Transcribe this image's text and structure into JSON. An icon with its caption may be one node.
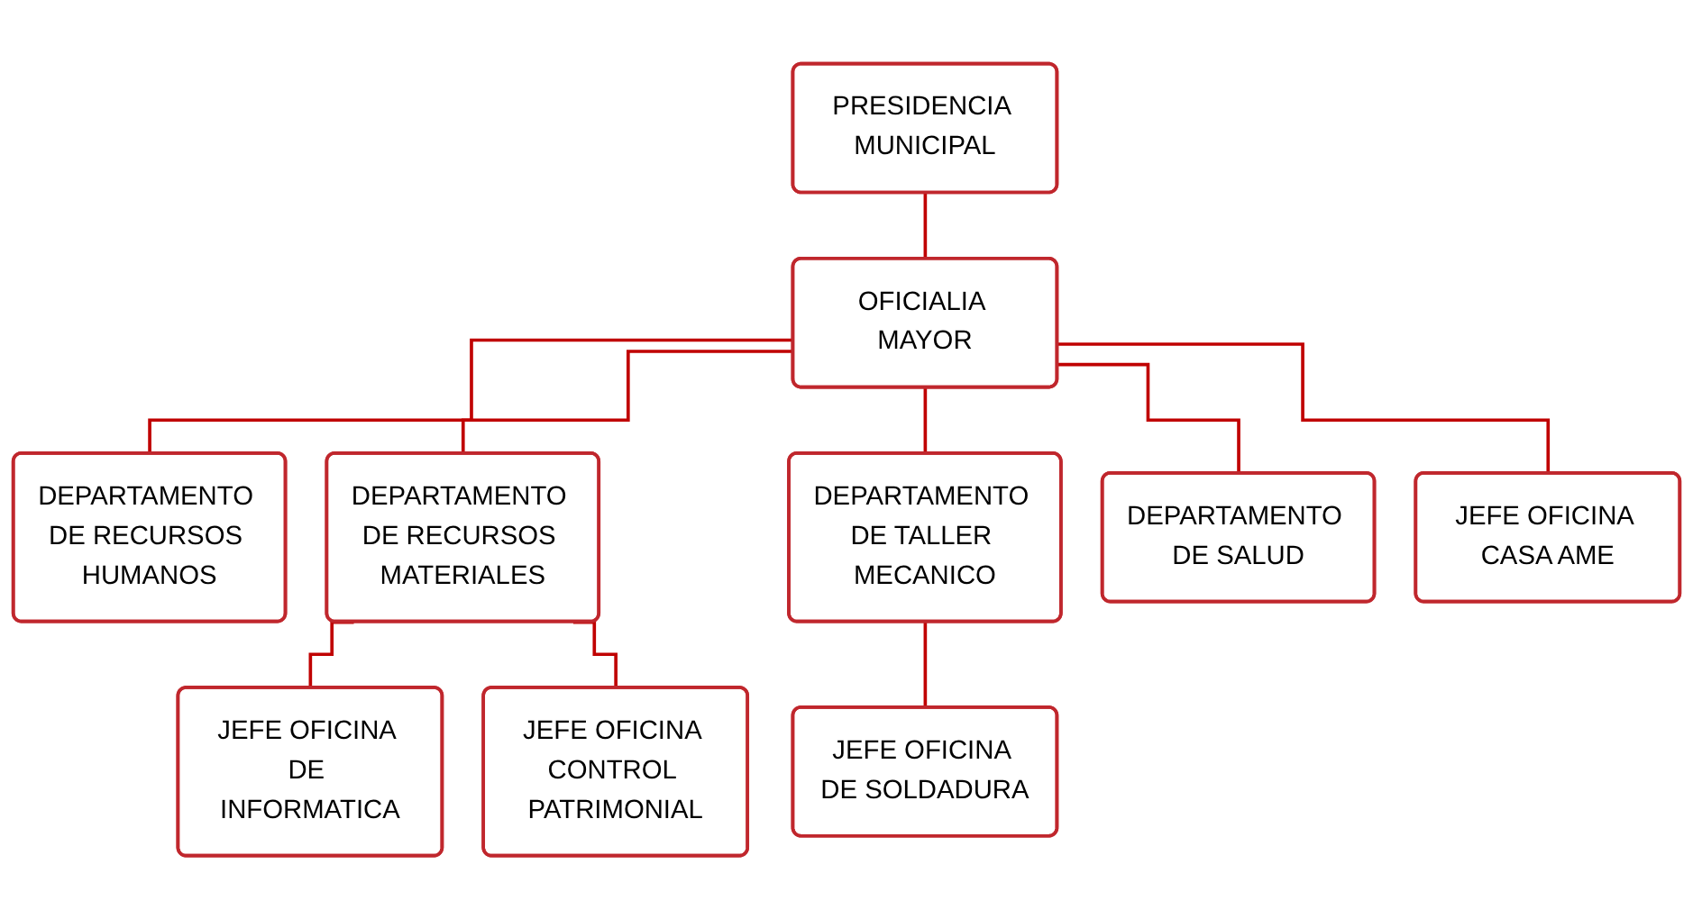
{
  "diagram": {
    "nodes": [
      {
        "text": [
          "PRESIDENCIA MUNICIPAL"
        ]
      },
      {
        "text": [
          "OFICIALIA MAYOR"
        ]
      },
      {
        "text": [
          "DEPARTAMENTO DE RECURSOS HUMANOS"
        ]
      },
      {
        "text": [
          "DEPARTAMENTO DE RECURSOS MATERIALES"
        ]
      },
      {
        "text": [
          "DEPARTAMENTO DE TALLER MECANICO"
        ]
      },
      {
        "text": [
          "DEPARTAMENTO DE SALUD"
        ]
      },
      {
        "text": [
          "JEFE OFICINA CASA AME"
        ]
      },
      {
        "text": [
          "JEFE OFICINA DE INFORMATICA"
        ]
      },
      {
        "text": [
          "JEFE OFICINA CONTROL PATRIMONIAL"
        ]
      },
      {
        "text": [
          "JEFE OFICINA DE SOLDADURA"
        ]
      }
    ],
    "edges": [
      {
        "from": 0,
        "to": 1,
        "arrow": "none"
      },
      {
        "from": 1,
        "to": 2,
        "arrow": "none"
      },
      {
        "from": 1,
        "to": 3,
        "arrow": "none"
      },
      {
        "from": 1,
        "to": 4,
        "arrow": "none"
      },
      {
        "from": 1,
        "to": 5,
        "arrow": "none"
      },
      {
        "from": 1,
        "to": 6,
        "arrow": "none"
      },
      {
        "from": 3,
        "to": 7,
        "arrow": "none"
      },
      {
        "from": 3,
        "to": 8,
        "arrow": "none"
      },
      {
        "from": 4,
        "to": 9,
        "arrow": "none"
      }
    ]
  }
}
